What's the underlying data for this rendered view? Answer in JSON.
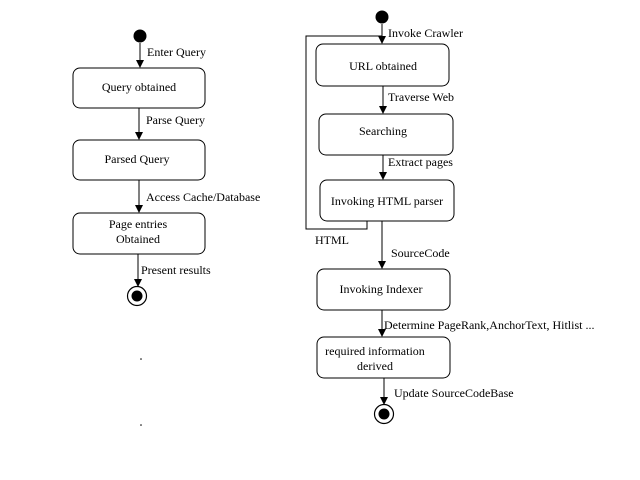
{
  "left": {
    "states": [
      {
        "label": "Query obtained"
      },
      {
        "label": "Parsed Query"
      },
      {
        "line1": "Page entries",
        "line2": "Obtained"
      }
    ],
    "transitions": [
      "Enter Query",
      "Parse Query",
      "Access Cache/Database",
      "Present results"
    ]
  },
  "right": {
    "states": [
      {
        "label": "URL obtained"
      },
      {
        "label": "Searching"
      },
      {
        "label": "Invoking HTML parser"
      },
      {
        "label": "Invoking Indexer"
      },
      {
        "line1": "required information",
        "line2": "derived"
      }
    ],
    "transitions": [
      "Invoke Crawler",
      "Traverse Web",
      "Extract pages",
      "SourceCode",
      "Determine PageRank,AnchorText, Hitlist ...",
      "Update SourceCodeBase"
    ],
    "loop_label": "HTML"
  },
  "colors": {
    "stroke": "#000000",
    "background": "#ffffff"
  }
}
